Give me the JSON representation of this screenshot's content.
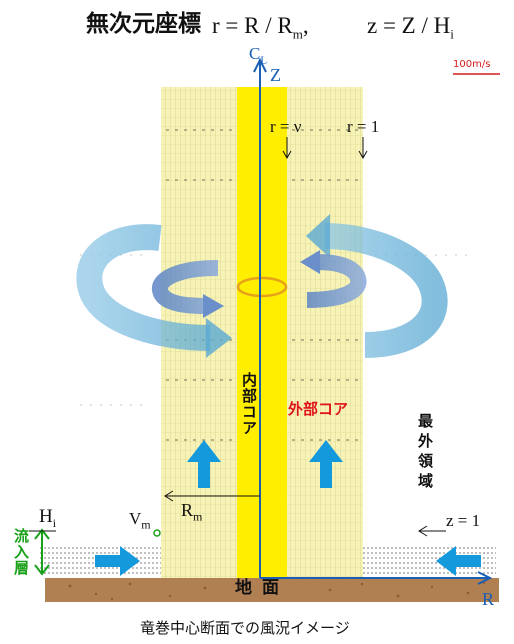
{
  "title": {
    "label": "無次元座標",
    "eq_r": "r = R / R",
    "eq_r_sub": "m",
    "eq_r_tail": ",",
    "eq_z": "z = Z / H",
    "eq_z_sub": "i"
  },
  "scale_label": "100m/s",
  "axes": {
    "center_line": "C",
    "center_line_sub": "L",
    "z_axis": "Z",
    "r_axis": "R"
  },
  "markers": {
    "r_nu": "r = ν",
    "r_one": "r = 1",
    "z_one": "z = 1"
  },
  "regions": {
    "inner_core": "内部コア",
    "outer_core": "外部コア",
    "outermost": "最外領域",
    "inflow_layer": "流入層",
    "ground": "地面"
  },
  "symbols": {
    "r_m": "R",
    "r_m_sub": "m",
    "v_m": "V",
    "v_m_sub": "m",
    "h_i": "H",
    "h_i_sub": "i"
  },
  "caption": "竜巻中心断面での風況イメージ",
  "colors": {
    "core_yellow": "#ffee00",
    "outer_band": "#f5f2b8",
    "axis_blue": "#1a5fb4",
    "arrow_blue": "#1499dd",
    "outer_label_red": "#e0121b",
    "inflow_green": "#1aa11a",
    "ground_brown": "#b07f52"
  }
}
